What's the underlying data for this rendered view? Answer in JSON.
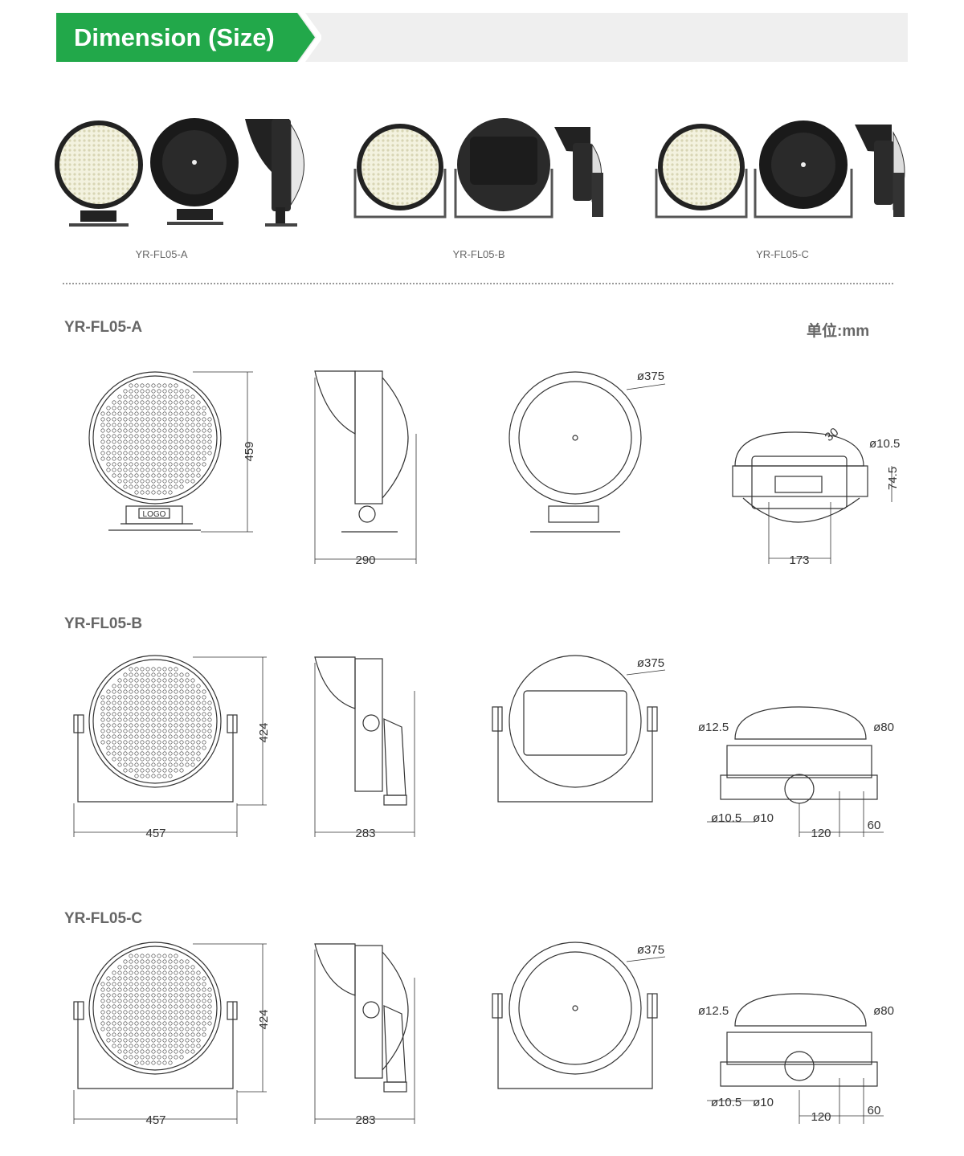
{
  "header": {
    "title": "Dimension (Size)",
    "colors": {
      "accent": "#22a84a",
      "bar": "#efefef"
    }
  },
  "photos": {
    "captions": [
      "YR-FL05-A",
      "YR-FL05-B",
      "YR-FL05-C"
    ]
  },
  "sections": [
    {
      "title": "YR-FL05-A",
      "unit": "单位:mm",
      "dims": {
        "height": "459",
        "depth": "290",
        "diameter": "ø375",
        "slot": "30",
        "hole": "ø10.5",
        "spacing_v": "74.5",
        "spacing_h": "173"
      }
    },
    {
      "title": "YR-FL05-B",
      "dims": {
        "height": "424",
        "width": "457",
        "depth": "283",
        "diameter": "ø375",
        "hole_top": "ø12.5",
        "circle": "ø80",
        "hole_a": "ø10.5",
        "hole_b": "ø10",
        "dist_a": "120",
        "dist_b": "60"
      }
    },
    {
      "title": "YR-FL05-C",
      "dims": {
        "height": "424",
        "width": "457",
        "depth": "283",
        "diameter": "ø375",
        "hole_top": "ø12.5",
        "circle": "ø80",
        "hole_a": "ø10.5",
        "hole_b": "ø10",
        "dist_a": "120",
        "dist_b": "60"
      }
    }
  ],
  "logo_text": "LOGO"
}
